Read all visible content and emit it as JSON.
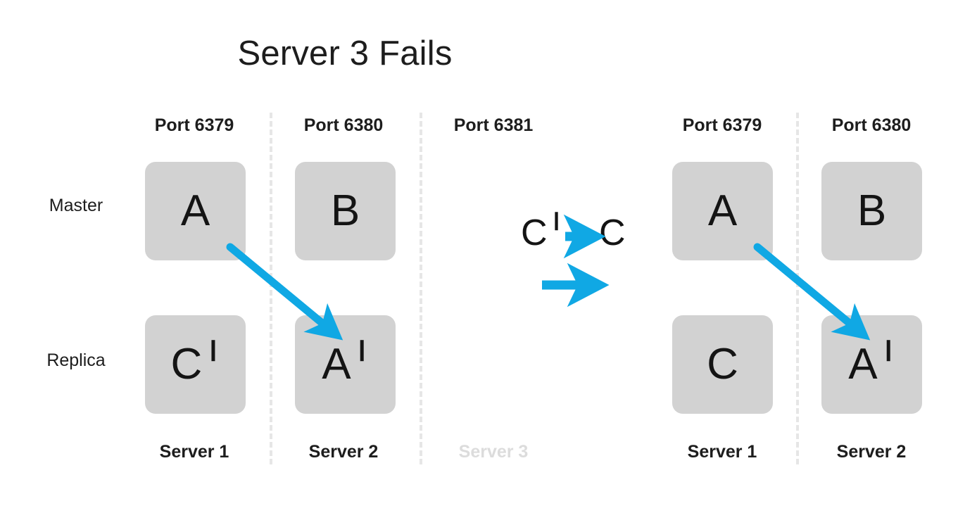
{
  "title": "Server 3 Fails",
  "colors": {
    "arrow": "#10A8E4",
    "node_fill": "#d2d2d2",
    "text": "#141414",
    "dim_text": "#dcdcdc",
    "divider": "#e6e6e6",
    "background": "#ffffff"
  },
  "row_labels": {
    "master": "Master",
    "replica": "Replica"
  },
  "left_panel": {
    "columns": [
      {
        "port": "Port 6379",
        "server": "Server 1",
        "failed": false,
        "master": {
          "letter": "A",
          "prime": ""
        },
        "replica": {
          "letter": "C",
          "prime": "❙"
        }
      },
      {
        "port": "Port 6380",
        "server": "Server 2",
        "failed": false,
        "master": {
          "letter": "B",
          "prime": ""
        },
        "replica": {
          "letter": "A",
          "prime": "❙"
        }
      },
      {
        "port": "Port 6381",
        "server": "Server 3",
        "failed": true,
        "master": null,
        "replica": null
      }
    ]
  },
  "right_panel": {
    "columns": [
      {
        "port": "Port 6379",
        "server": "Server 1",
        "failed": false,
        "master": {
          "letter": "A",
          "prime": ""
        },
        "replica": {
          "letter": "C",
          "prime": ""
        }
      },
      {
        "port": "Port 6380",
        "server": "Server 2",
        "failed": false,
        "master": {
          "letter": "B",
          "prime": ""
        },
        "replica": {
          "letter": "A",
          "prime": "❙"
        }
      }
    ]
  },
  "transition": {
    "from_letter": "C",
    "from_prime": "❙",
    "to_letter": "C",
    "to_prime": "",
    "arrow_label": "promotion-arrow",
    "panel_arrow_label": "panel-transition-arrow"
  }
}
